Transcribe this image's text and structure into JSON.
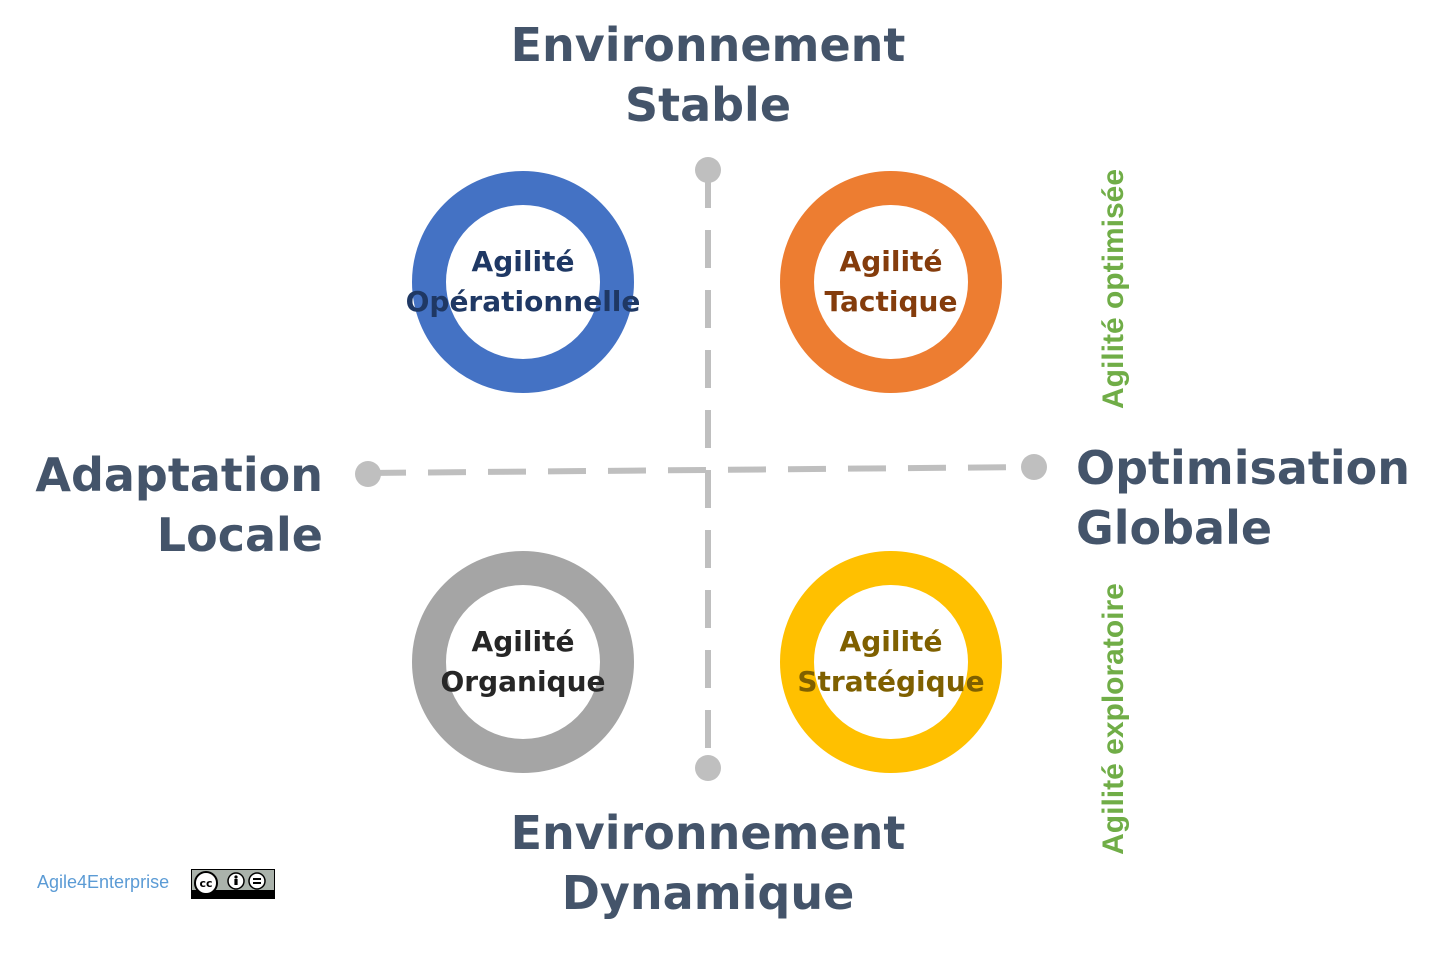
{
  "axes": {
    "top": [
      "Environnement",
      "Stable"
    ],
    "bottom": [
      "Environnement",
      "Dynamique"
    ],
    "left": [
      "Adaptation",
      "Locale"
    ],
    "right": [
      "Optimisation",
      "Globale"
    ]
  },
  "quadrants": [
    {
      "line1": "Agilité",
      "line2": "Opérationnelle",
      "ring_color": "#4472c4",
      "text_color": "#1f3864"
    },
    {
      "line1": "Agilité",
      "line2": "Tactique",
      "ring_color": "#ed7d31",
      "text_color": "#843c0c"
    },
    {
      "line1": "Agilité",
      "line2": "Organique",
      "ring_color": "#a5a5a5",
      "text_color": "#262626"
    },
    {
      "line1": "Agilité",
      "line2": "Stratégique",
      "ring_color": "#ffc000",
      "text_color": "#7f6000"
    }
  ],
  "side_labels": {
    "upper": "Agilité optimisée",
    "lower": "Agilité exploratoire",
    "color": "#70ad47"
  },
  "footer": {
    "credit": "Agile4Enterprise",
    "license_icon": "cc-by-nd-icon"
  },
  "colors": {
    "axis_text": "#44546a",
    "axis_line": "#bfbfbf"
  }
}
